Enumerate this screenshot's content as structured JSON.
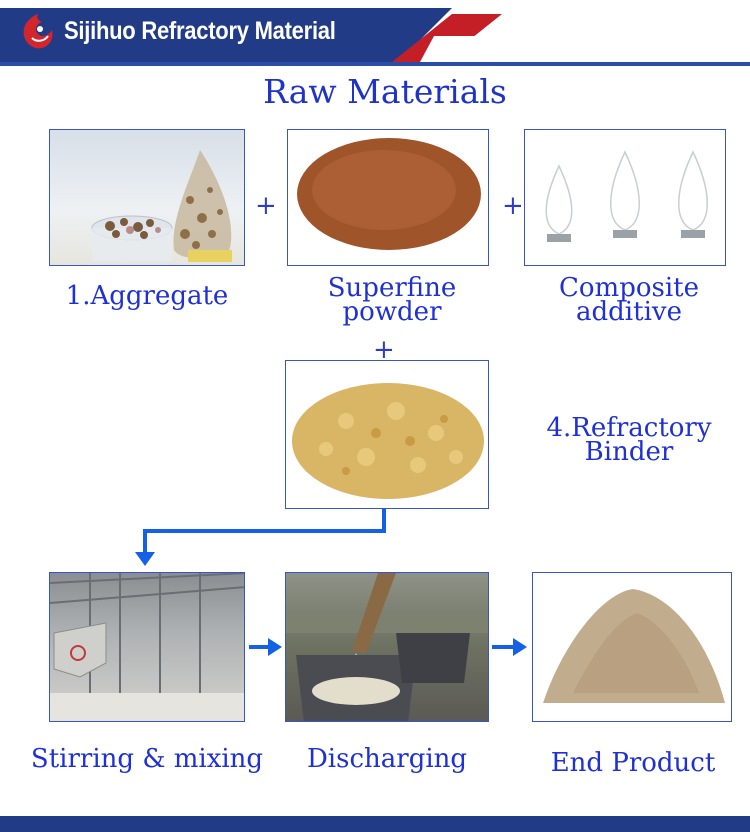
{
  "header": {
    "brand": "Sijihuo Refractory Material"
  },
  "title": "Raw Materials",
  "items": {
    "aggregate": "1.Aggregate",
    "superfine_line1": "Superfine",
    "superfine_line2": "powder",
    "composite_line1": "Composite",
    "composite_line2": "additive",
    "binder_line1": "4.Refractory",
    "binder_line2": "Binder"
  },
  "operators": {
    "plus": "+"
  },
  "process": {
    "mixing": "Stirring & mixing",
    "discharging": "Discharging",
    "end_product": "End Product"
  },
  "colors": {
    "header": "#213b86",
    "accent_red": "#c41f27",
    "text_blue": "#1e30d6",
    "arrow": "#1461e8"
  }
}
